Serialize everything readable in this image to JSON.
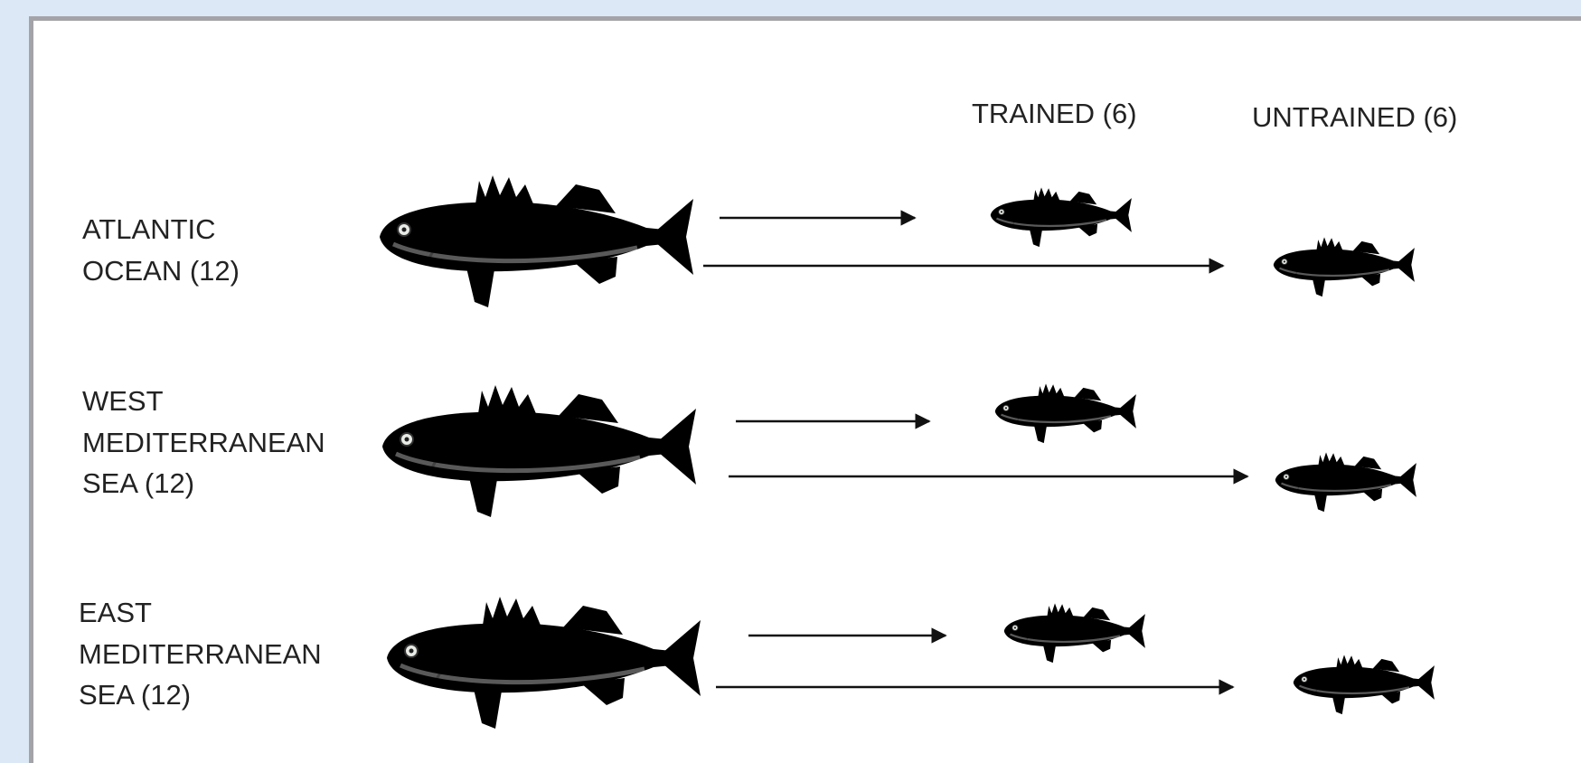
{
  "headers": {
    "trained": "TRAINED (6)",
    "untrained": "UNTRAINED (6)"
  },
  "groups": [
    {
      "id": "atlantic",
      "label_lines": [
        "ATLANTIC",
        "OCEAN (12)"
      ],
      "color": "#8a958f",
      "fin": "#aab3ad"
    },
    {
      "id": "west-med",
      "label_lines": [
        "WEST",
        "MEDITERRANEAN",
        "SEA (12)"
      ],
      "color": "#7c87a8",
      "fin": "#9ea8c4"
    },
    {
      "id": "east-med",
      "label_lines": [
        "EAST",
        "MEDITERRANEAN",
        "SEA (12)"
      ],
      "color": "#a6a69c",
      "fin": "#c0c0b6"
    }
  ]
}
